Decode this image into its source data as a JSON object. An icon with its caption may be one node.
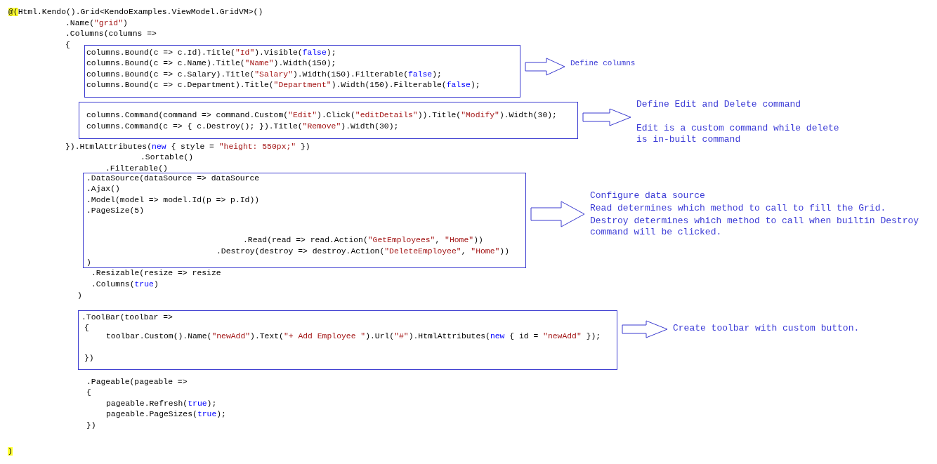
{
  "diagram": {
    "nodes": [
      {
        "text": [
          "columns.Bound(c => c.Id).Title(\"Id\").Visible(false);",
          "columns.Bound(c => c.Name).Title(\"Name\").Width(150);",
          "columns.Bound(c => c.Salary).Title(\"Salary\").Width(150).Filterable(false);",
          "columns.Bound(c => c.Department).Title(\"Department\").Width(150).Filterable(false);"
        ]
      },
      {
        "text": [
          "columns.Command(command => command.Custom(\"Edit\").Click(\"editDetails\")).Title(\"Modify\").Width(30);",
          "columns.Command(c => { c.Destroy(); }).Title(\"Remove\").Width(30);"
        ]
      },
      {
        "text": [
          ".DataSource(dataSource => dataSource",
          ".Ajax()",
          ".Model(model => model.Id(p => p.Id))",
          ".PageSize(5)",
          ".Read(read => read.Action(\"GetEmployees\", \"Home\"))",
          ".Destroy(destroy => destroy.Action(\"DeleteEmployee\", \"Home\"))",
          ")"
        ]
      },
      {
        "text": [
          ".ToolBar(toolbar =>",
          "{",
          "toolbar.Custom().Name(\"newAdd\").Text(\"+ Add Employee \").Url(\"#\").HtmlAttributes(new { id = \"newAdd\" });",
          "})"
        ]
      },
      {
        "text": [
          "Define columns"
        ]
      },
      {
        "text": [
          "Define Edit and Delete command",
          "Edit is a custom command while delete is in-built command"
        ]
      },
      {
        "text": [
          "Configure data source",
          "Read determines which method to call to fill the Grid.",
          "Destroy determines which method to call when builtin Destroy command will be clicked."
        ]
      },
      {
        "text": [
          "Create toolbar with custom button."
        ]
      }
    ],
    "edges": [
      {
        "from": 0,
        "to": 4,
        "arrow": "to"
      },
      {
        "from": 1,
        "to": 5,
        "arrow": "to"
      },
      {
        "from": 2,
        "to": 6,
        "arrow": "to"
      },
      {
        "from": 3,
        "to": 7,
        "arrow": "to"
      }
    ],
    "labels": [
      "@(Html.Kendo().Grid<KendoExamples.ViewModel.GridVM>()",
      ".Name(\"grid\")",
      ".Columns(columns =>",
      "{",
      "}).HtmlAttributes(new { style = \"height: 550px;\" })",
      ".Sortable()",
      ".Filterable()",
      ".Resizable(resize => resize",
      ".Columns(true)",
      ")",
      ".Pageable(pageable =>",
      "{",
      "pageable.Refresh(true);",
      "pageable.PageSizes(true);",
      "})",
      ")"
    ]
  }
}
